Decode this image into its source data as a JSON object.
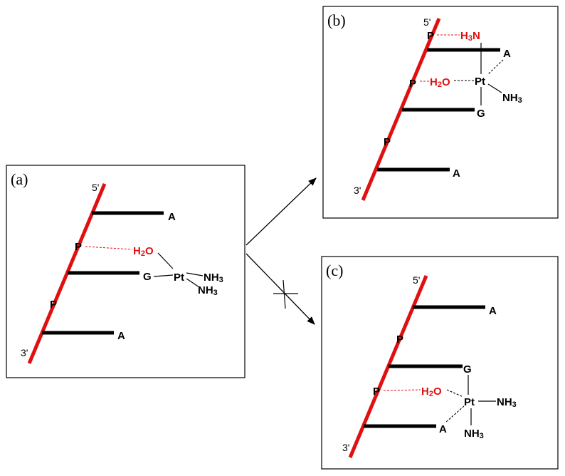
{
  "panels": {
    "a": {
      "label": "(a)",
      "five_prime": "5'",
      "three_prime": "3'",
      "bases": [
        "A",
        "G",
        "A"
      ],
      "phosphates": [
        "P",
        "P"
      ],
      "water": {
        "main": "H",
        "sub": "2",
        "tail": "O"
      },
      "pt": "Pt",
      "nh3_1": {
        "main": "NH",
        "sub": "3"
      },
      "nh3_2": {
        "main": "NH",
        "sub": "3"
      }
    },
    "b": {
      "label": "(b)",
      "five_prime": "5'",
      "three_prime": "3'",
      "bases": [
        "A",
        "G",
        "A"
      ],
      "phosphates": [
        "P",
        "P",
        "P"
      ],
      "ammine_red": {
        "main": "H",
        "sub": "3",
        "tail": "N"
      },
      "water": {
        "main": "H",
        "sub": "2",
        "tail": "O"
      },
      "pt": "Pt",
      "nh3": {
        "main": "NH",
        "sub": "3"
      }
    },
    "c": {
      "label": "(c)",
      "five_prime": "5'",
      "three_prime": "3'",
      "bases": [
        "A",
        "G",
        "A"
      ],
      "phosphates": [
        "P",
        "P"
      ],
      "water": {
        "main": "H",
        "sub": "2",
        "tail": "O"
      },
      "pt": "Pt",
      "nh3_1": {
        "main": "NH",
        "sub": "3"
      },
      "nh3_2": {
        "main": "NH",
        "sub": "3"
      }
    }
  },
  "colors": {
    "backbone": "#e01010",
    "bond": "#000000",
    "hbond": "#e01010"
  }
}
